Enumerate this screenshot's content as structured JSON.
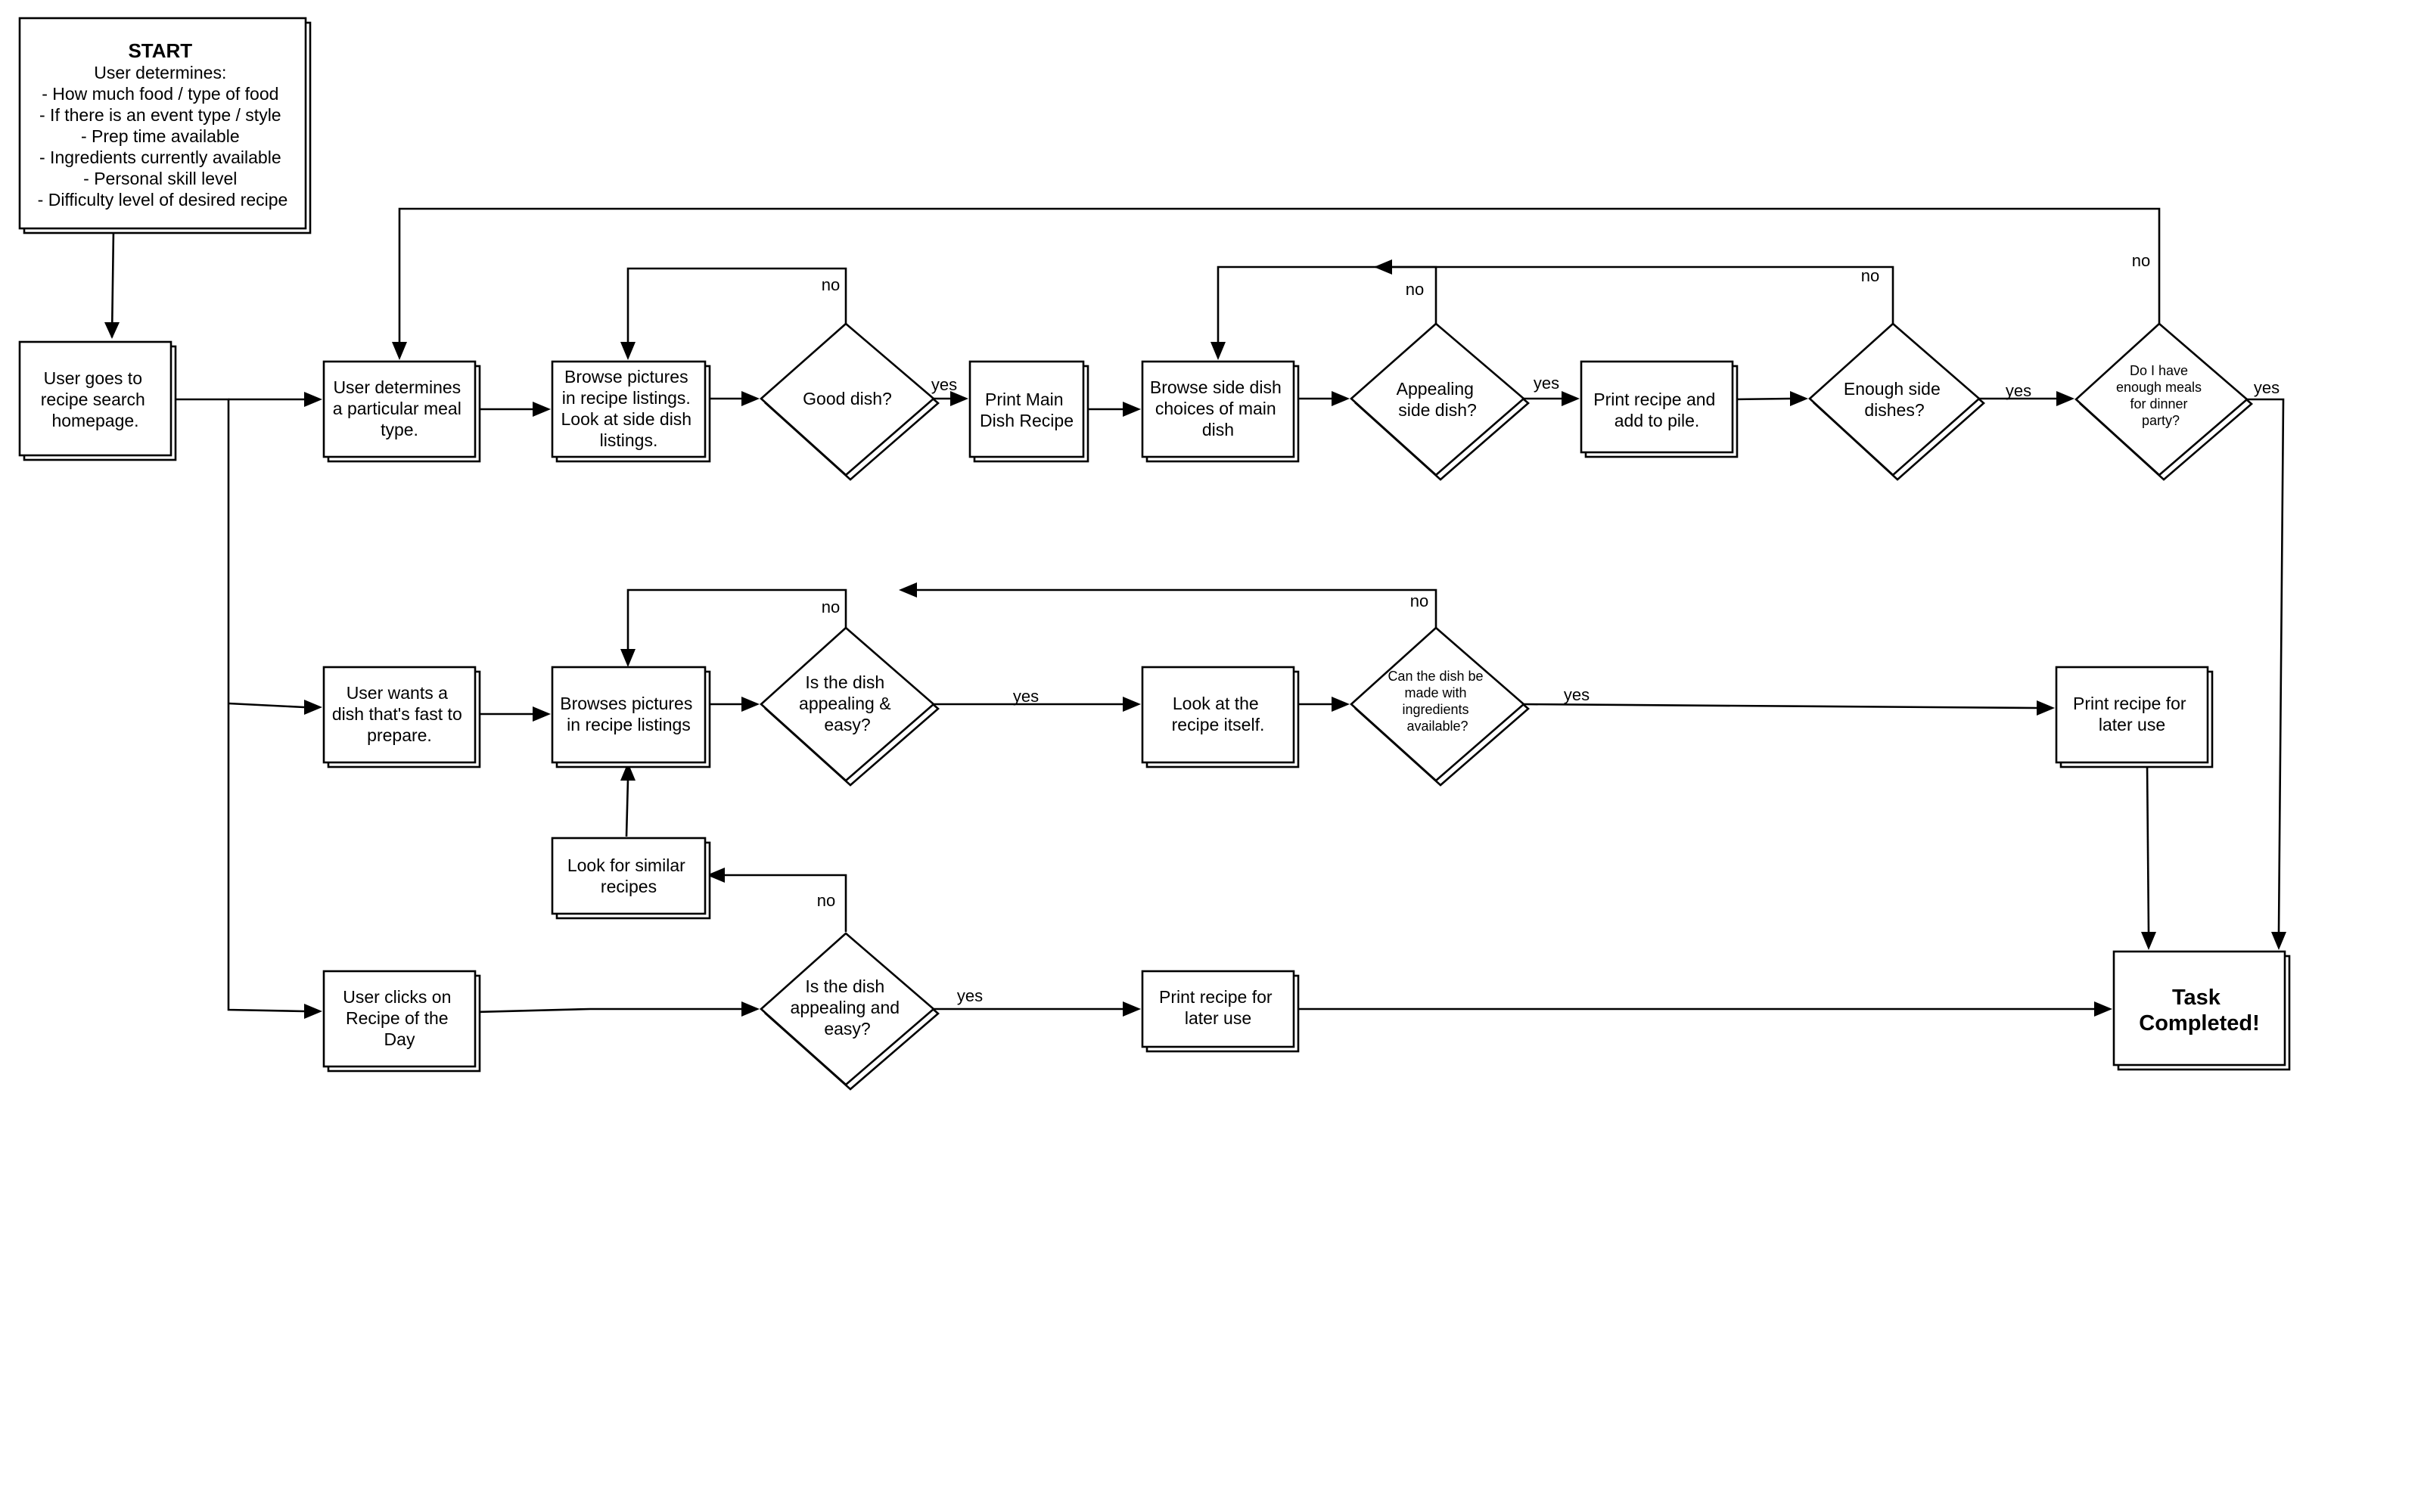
{
  "diagram": {
    "title": "Recipe search flowchart",
    "nodes": {
      "start": [
        "START",
        "User determines:",
        "- How much food / type of food",
        "- If there is an event type / style",
        "- Prep time available",
        "- Ingredients currently available",
        "- Personal skill level",
        "- Difficulty level of desired recipe"
      ],
      "homepage": [
        "User goes to",
        "recipe search",
        "homepage."
      ],
      "meal_type": [
        "User determines",
        "a particular meal",
        "type."
      ],
      "browse_pictures_side": [
        "Browse pictures",
        "in recipe listings.",
        "Look at side dish",
        "listings."
      ],
      "good_dish": [
        "Good dish?"
      ],
      "print_main": [
        "Print Main",
        "Dish Recipe"
      ],
      "browse_side": [
        "Browse side dish",
        "choices of main",
        "dish"
      ],
      "appealing_side": [
        "Appealing",
        "side dish?"
      ],
      "print_add_pile": [
        "Print recipe and",
        "add to pile."
      ],
      "enough_sides": [
        "Enough side",
        "dishes?"
      ],
      "enough_meals": [
        "Do I have",
        "enough meals",
        "for dinner",
        "party?"
      ],
      "fast_dish": [
        "User wants a",
        "dish that's fast to",
        "prepare."
      ],
      "browses_pictures": [
        "Browses pictures",
        "in recipe listings"
      ],
      "appealing_easy": [
        "Is the dish",
        "appealing &",
        "easy?"
      ],
      "look_recipe": [
        "Look at the",
        "recipe itself."
      ],
      "ingredients": [
        "Can the dish be",
        "made with",
        "ingredients",
        "available?"
      ],
      "print_later_1": [
        "Print recipe for",
        "later use"
      ],
      "similar": [
        "Look for similar",
        "recipes"
      ],
      "recipe_of_day": [
        "User clicks on",
        "Recipe of the",
        "Day"
      ],
      "appealing_and_easy": [
        "Is the dish",
        "appealing and",
        "easy?"
      ],
      "print_later_2": [
        "Print recipe for",
        "later use"
      ],
      "task_completed": [
        "Task",
        "Completed!"
      ]
    },
    "edge_labels": {
      "good_dish_no": "no",
      "good_dish_yes": "yes",
      "appealing_side_no": "no",
      "appealing_side_yes": "yes",
      "enough_sides_no": "no",
      "enough_sides_yes": "yes",
      "enough_meals_no": "no",
      "enough_meals_yes": "yes",
      "appealing_easy_no": "no",
      "appealing_easy_yes": "yes",
      "ingredients_no": "no",
      "ingredients_yes": "yes",
      "appealing_and_easy_no": "no",
      "appealing_and_easy_yes": "yes"
    }
  }
}
